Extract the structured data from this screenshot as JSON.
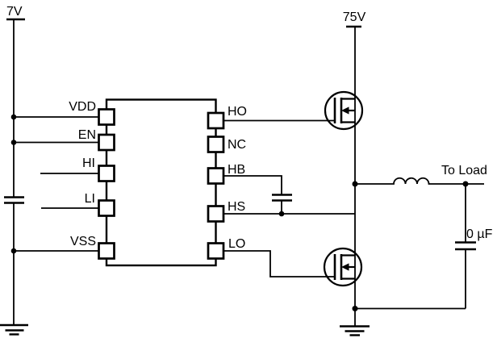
{
  "supplies": {
    "left": "7V",
    "right": "75V"
  },
  "ic": {
    "left_pins": [
      "VDD",
      "EN",
      "HI",
      "LI",
      "VSS"
    ],
    "right_pins": [
      "HO",
      "NC",
      "HB",
      "HS",
      "LO"
    ]
  },
  "annotations": {
    "load": "To Load",
    "output_cap": "0 µF"
  },
  "colors": {
    "stroke": "#000000",
    "background": "#ffffff"
  }
}
